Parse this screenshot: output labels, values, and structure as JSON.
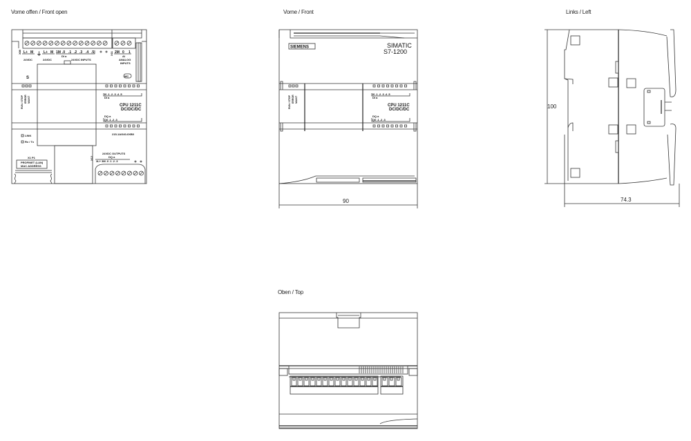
{
  "views": {
    "front_open": {
      "title": "Vorne offen / Front open",
      "labels": {
        "x80": "X80",
        "l_plus": "L+",
        "m": "M",
        "v24dc_1": "24VDC",
        "v24dc_2": "24VDC",
        "l_plus_2": "L+",
        "m_2": "M",
        "one_m": "1M",
        "di_numbers": [
          ".0",
          ".1",
          ".2",
          ".3",
          ".4",
          ".5"
        ],
        "di_a": "DI a",
        "di_inputs": "24VDC INPUTS",
        "x11": "X11",
        "two_m": "2M",
        "ai_0": "0",
        "ai_1": "1",
        "ai": "AI",
        "analog_inputs_1": "ANALOG",
        "analog_inputs_2": "INPUTS",
        "mc": "MC",
        "status_leds": "RUN / STOP\nERROR\nMAINT",
        "cpu_model": "CPU 1211C",
        "cpu_type": "DC/DC/DC",
        "dq_a": "DQ a",
        "dq_numbers": [
          ".0",
          ".1",
          ".2",
          ".3"
        ],
        "link": "LINK",
        "rx_tx": "Rx / Tx",
        "x1_p1": "X1 P1",
        "profinet_1": "PROFINET (LAN)",
        "profinet_2": "MAC ADDRESS",
        "order_number": "215-1AG40-0XB0",
        "dc_outputs": "24VDC OUTPUTS",
        "x12": "X12",
        "dq_header": "DQ a",
        "out_terms": "3L+ 3M .0 .1 .2 .3"
      }
    },
    "front": {
      "title": "Vorne / Front",
      "brand": "SIEMENS",
      "product_line_1": "SIMATIC",
      "product_line_2": "S7-1200",
      "cpu_model": "CPU 1211C",
      "cpu_type": "DC/DC/DC",
      "di_a": "DI a",
      "dq_a": "DQ a",
      "status_leds": "RUN / STOP\nERROR\nMAINT",
      "width_dimension": "90"
    },
    "left": {
      "title": "Links / Left",
      "height_dimension": "100",
      "depth_dimension": "74.3"
    },
    "top": {
      "title": "Oben / Top"
    }
  }
}
